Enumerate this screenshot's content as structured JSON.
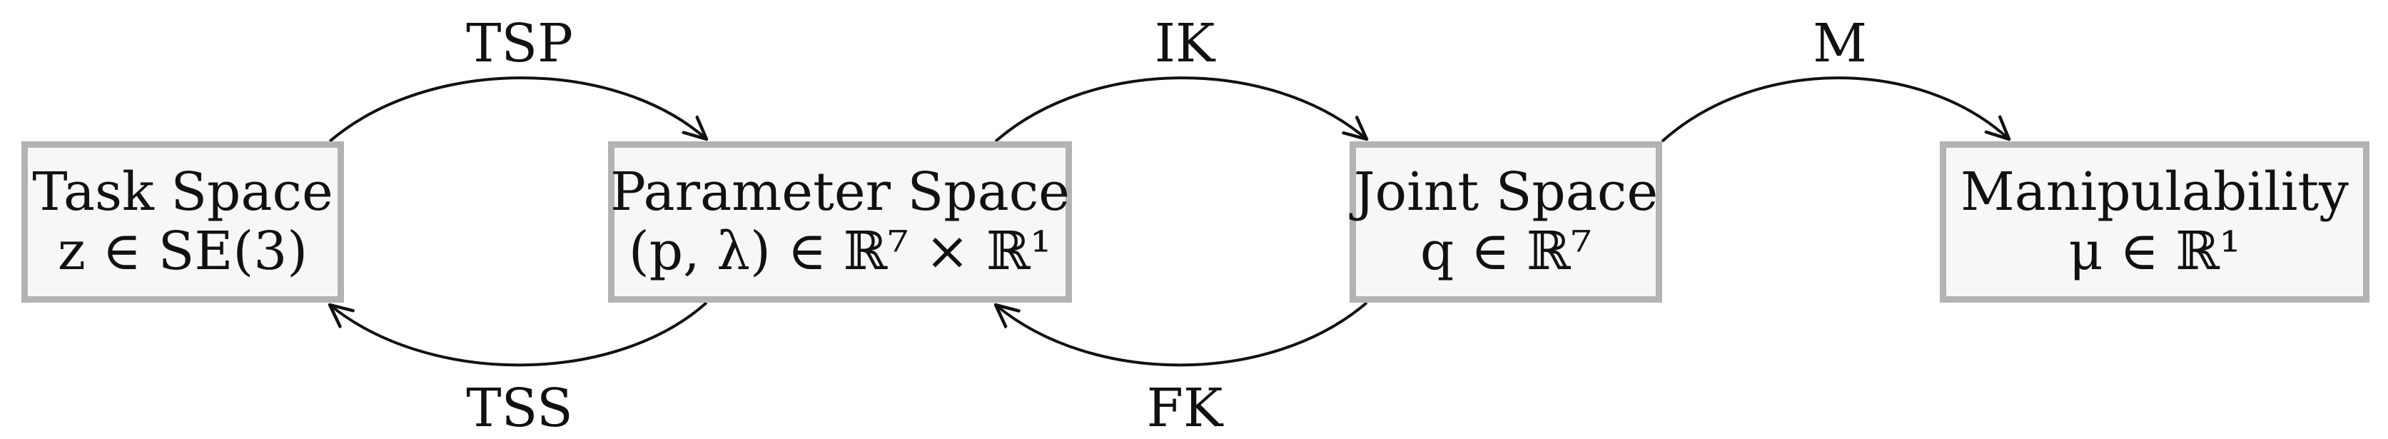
{
  "nodes": {
    "task": {
      "title": "Task Space",
      "math": "z ∈ SE(3)"
    },
    "param": {
      "title": "Parameter Space",
      "math": "(p, λ) ∈ ℝ⁷ × ℝ¹"
    },
    "joint": {
      "title": "Joint Space",
      "math": "q ∈ ℝ⁷"
    },
    "manip": {
      "title": "Manipulability",
      "math": "μ ∈ ℝ¹"
    }
  },
  "edges": {
    "tsp": "TSP",
    "ik": "IK",
    "m": "M",
    "tss": "TSS",
    "fk": "FK"
  },
  "colors": {
    "box_border": "#b3b3b3",
    "box_fill": "#f7f7f7",
    "stroke": "#111111"
  }
}
